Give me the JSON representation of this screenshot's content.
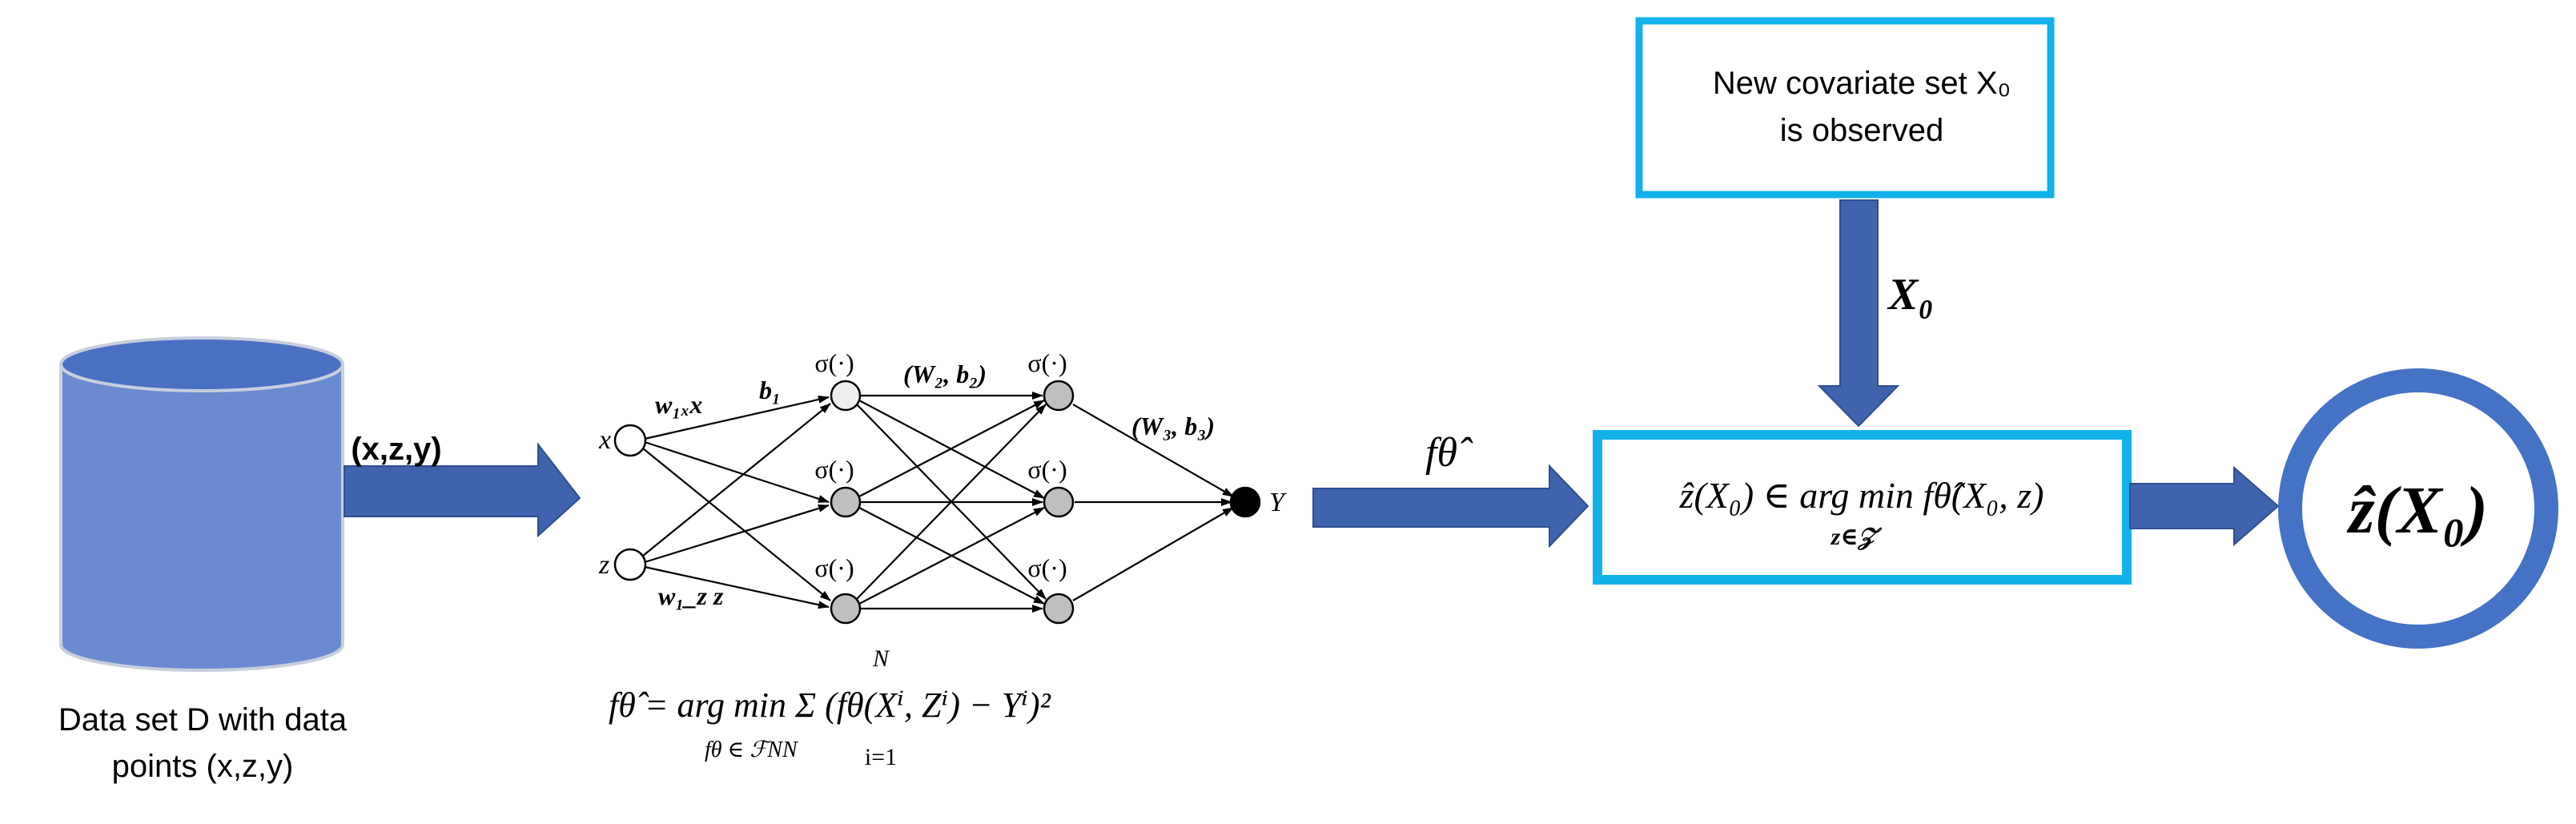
{
  "dataset": {
    "arrow_label": "(x,z,y)",
    "caption_line1": "Data set D with data",
    "caption_line2": "points (x,z,y)"
  },
  "network": {
    "inputs": [
      "x",
      "z"
    ],
    "weight_labels": [
      "w₁ₓx",
      "w₁_z z"
    ],
    "bias_label": "b₁",
    "activation_label": "σ(·)",
    "layer2_params": "(W₂, b₂)",
    "layer3_params": "(W₃, b₃)",
    "output": "Y",
    "training_formula": "fθ̂ = arg min Σ (fθ(Xⁱ, Zⁱ) − Yⁱ)²",
    "training_subscript": "fθ ∈ ℱNN",
    "sum_upper": "N",
    "sum_lower": "i=1"
  },
  "fitted_model_label": "fθ̂",
  "new_observation": {
    "line1": "New covariate set X₀",
    "line2": "is observed",
    "arrow_label": "X₀"
  },
  "optimization": {
    "formula": "ẑ(X₀) ∈ arg min fθ̂(X₀, z)",
    "subscript": "z∈𝒵"
  },
  "result_label": "ẑ(X₀)",
  "colors": {
    "cylinder_body": "#6a8bcf",
    "cylinder_top": "#4a70c4",
    "arrow": "#3f63ad",
    "box_border": "#12b1ea",
    "result_ring": "#4472c4"
  }
}
